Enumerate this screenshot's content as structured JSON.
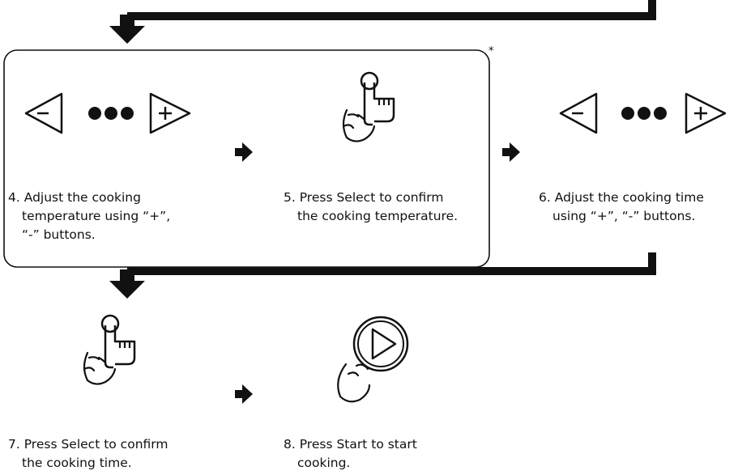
{
  "note_marker": "*",
  "steps": [
    {
      "number": "4.",
      "lines": [
        "Adjust the cooking",
        "temperature using “+”,",
        "“-” buttons."
      ]
    },
    {
      "number": "5.",
      "lines": [
        "Press Select to confirm",
        "the cooking temperature."
      ]
    },
    {
      "number": "6.",
      "lines": [
        "Adjust the cooking time",
        "using “+”, “-” buttons."
      ]
    },
    {
      "number": "7.",
      "lines": [
        "Press Select to confirm",
        "the cooking time."
      ]
    },
    {
      "number": "8.",
      "lines": [
        "Press Start to start",
        "cooking."
      ]
    }
  ],
  "icons": [
    "minus-icon",
    "dots-icon",
    "plus-icon",
    "press-hand-icon",
    "start-button-icon",
    "arrow-right-icon",
    "arrow-down-icon"
  ]
}
